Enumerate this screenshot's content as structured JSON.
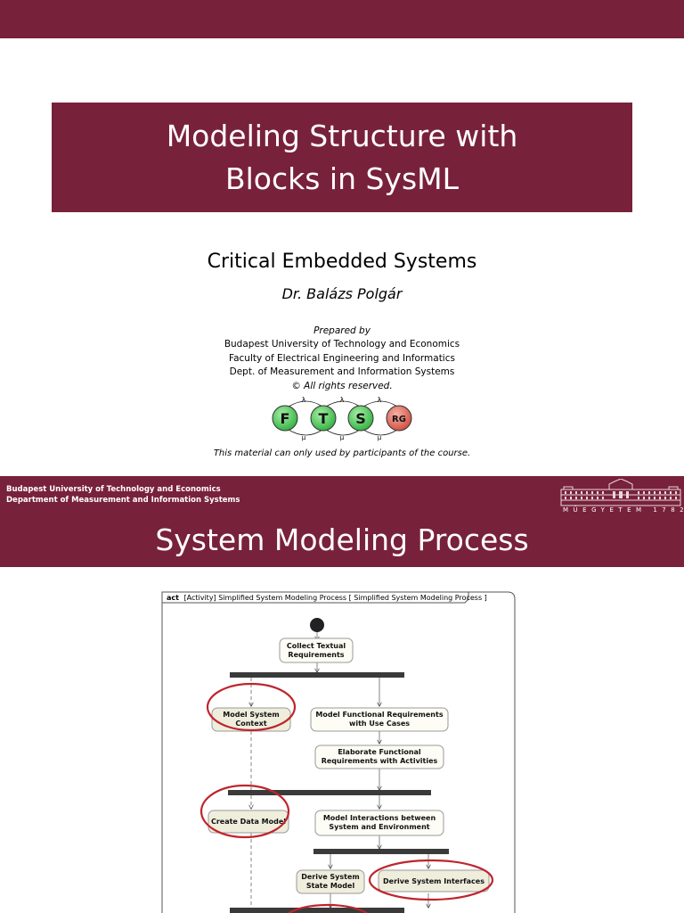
{
  "slide1": {
    "title": "Modeling Structure with\nBlocks in SysML",
    "course": "Critical Embedded Systems",
    "author": "Dr. Balázs Polgár",
    "prepared_by": "Prepared by",
    "affiliation": [
      "Budapest University of Technology and Economics",
      "Faculty of Electrical Engineering and Informatics",
      "Dept. of Measurement and Information Systems"
    ],
    "copyright": "© All rights reserved.",
    "logo": {
      "letters": [
        "F",
        "T",
        "S",
        "RG"
      ],
      "lambda": "λ",
      "mu": "μ",
      "colors": {
        "green": "#3dbb4a",
        "red": "#d9584a"
      }
    },
    "disclaimer": "This material can only used by participants of the course."
  },
  "slide2": {
    "header_lines": [
      "Budapest University of Technology and Economics",
      "Department of Measurement and Information Systems"
    ],
    "watermark": "MŰEGYETEM 1782",
    "title": "System Modeling Process",
    "diagram": {
      "frame_label_bold": "act",
      "frame_label": "[Activity] Simplified System Modeling Process [ Simplified System Modeling Process ]",
      "actions": {
        "collect": [
          "Collect Textual",
          "Requirements"
        ],
        "context": [
          "Model System",
          "Context"
        ],
        "functional": [
          "Model Functional Requirements",
          "with Use Cases"
        ],
        "elaborate": [
          "Elaborate Functional",
          "Requirements with Activities"
        ],
        "data_model": [
          "Create Data Model"
        ],
        "interactions": [
          "Model Interactions between",
          "System and Environment"
        ],
        "state_model": [
          "Derive System",
          "State Model"
        ],
        "interfaces": [
          "Derive System Interfaces"
        ]
      }
    }
  },
  "colors": {
    "maroon": "#78213a",
    "highlight": "#c0242c",
    "action_fill": "#efeedd"
  }
}
